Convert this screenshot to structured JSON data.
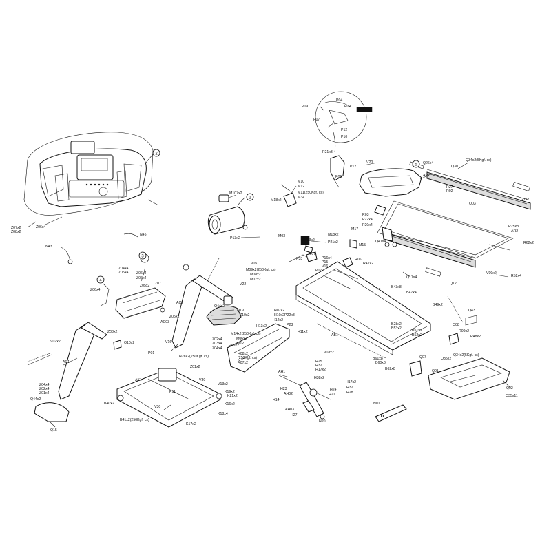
{
  "callouts": [
    {
      "id": "c1",
      "text": "1"
    },
    {
      "id": "c2",
      "text": "2"
    },
    {
      "id": "c3",
      "text": "3"
    },
    {
      "id": "c4",
      "text": "4"
    },
    {
      "id": "c5",
      "text": "5"
    }
  ],
  "labels": [
    {
      "id": "l01",
      "text": "P09"
    },
    {
      "id": "l02",
      "text": "P04"
    },
    {
      "id": "l03",
      "text": "P07"
    },
    {
      "id": "l04",
      "text": "P02"
    },
    {
      "id": "l05",
      "text": "P12"
    },
    {
      "id": "l06",
      "text": "P10"
    },
    {
      "id": "l07",
      "text": "P21x3"
    },
    {
      "id": "l08",
      "text": "P12"
    },
    {
      "id": "l09",
      "text": "P05"
    },
    {
      "id": "l10",
      "text": "V20"
    },
    {
      "id": "l11",
      "text": "Q26x4"
    },
    {
      "id": "l12",
      "text": "Q34x2(5Kgf. cs)"
    },
    {
      "id": "l13",
      "text": "Q30"
    },
    {
      "id": "l14",
      "text": "AR1"
    },
    {
      "id": "l15",
      "text": "R27"
    },
    {
      "id": "l16",
      "text": "R02"
    },
    {
      "id": "l17",
      "text": "Q03"
    },
    {
      "id": "l18",
      "text": "Q21x2"
    },
    {
      "id": "l19",
      "text": "R03"
    },
    {
      "id": "l20",
      "text": "P22x4"
    },
    {
      "id": "l21",
      "text": "P20x4"
    },
    {
      "id": "l22",
      "text": "R25x8"
    },
    {
      "id": "l23",
      "text": "AR2"
    },
    {
      "id": "l24",
      "text": "R62x2"
    },
    {
      "id": "l25",
      "text": "Q41x4"
    },
    {
      "id": "l26",
      "text": "Q17x4"
    },
    {
      "id": "l27",
      "text": "Q12"
    },
    {
      "id": "l28",
      "text": "V09x2"
    },
    {
      "id": "l29",
      "text": "R52x4"
    },
    {
      "id": "l30",
      "text": "M107x2"
    },
    {
      "id": "l31",
      "text": "M10"
    },
    {
      "id": "l32",
      "text": "M12"
    },
    {
      "id": "l33",
      "text": "M11(250Kgf. cs)"
    },
    {
      "id": "l34",
      "text": "M34"
    },
    {
      "id": "l35",
      "text": "M18x2"
    },
    {
      "id": "l36",
      "text": "M18x2"
    },
    {
      "id": "l37",
      "text": "M17"
    },
    {
      "id": "l38",
      "text": "M03"
    },
    {
      "id": "l39",
      "text": "P21x2"
    },
    {
      "id": "l40",
      "text": "P13x2"
    },
    {
      "id": "l41",
      "text": "M15"
    },
    {
      "id": "l42",
      "text": "Z07x2"
    },
    {
      "id": "l43",
      "text": "Z08x2"
    },
    {
      "id": "l44",
      "text": "Z06x4"
    },
    {
      "id": "l45",
      "text": "N45"
    },
    {
      "id": "l46",
      "text": "N43"
    },
    {
      "id": "l47",
      "text": "Z04x4"
    },
    {
      "id": "l48",
      "text": "Z05x4"
    },
    {
      "id": "l49",
      "text": "Z06x4"
    },
    {
      "id": "l50",
      "text": "Z06x4"
    },
    {
      "id": "l51",
      "text": "Z06x4"
    },
    {
      "id": "l52",
      "text": "Z05x2"
    },
    {
      "id": "l53",
      "text": "Z07"
    },
    {
      "id": "l54",
      "text": "AC2"
    },
    {
      "id": "l55",
      "text": "Z05x2"
    },
    {
      "id": "l56",
      "text": "AC03"
    },
    {
      "id": "l57",
      "text": "V05"
    },
    {
      "id": "l58",
      "text": "M09x2(250Kgf. cs)"
    },
    {
      "id": "l59",
      "text": "M08x2"
    },
    {
      "id": "l60",
      "text": "M07x2"
    },
    {
      "id": "l61",
      "text": "V22"
    },
    {
      "id": "l62",
      "text": "P16x4"
    },
    {
      "id": "l63",
      "text": "P15"
    },
    {
      "id": "l64",
      "text": "V16"
    },
    {
      "id": "l65",
      "text": "P17"
    },
    {
      "id": "l66",
      "text": "R06"
    },
    {
      "id": "l67",
      "text": "R41x2"
    },
    {
      "id": "l68",
      "text": "B43x8"
    },
    {
      "id": "l69",
      "text": "B47x4"
    },
    {
      "id": "l70",
      "text": "B49x2"
    },
    {
      "id": "l71",
      "text": "H07x2"
    },
    {
      "id": "l72",
      "text": "H10x2"
    },
    {
      "id": "l73",
      "text": "H12x2"
    },
    {
      "id": "l74",
      "text": "P22x8"
    },
    {
      "id": "l75",
      "text": "P23"
    },
    {
      "id": "l76",
      "text": "Q43"
    },
    {
      "id": "l77",
      "text": "Q08"
    },
    {
      "id": "l78",
      "text": "R09x2"
    },
    {
      "id": "l79",
      "text": "R48x2"
    },
    {
      "id": "l80",
      "text": "Q35x2"
    },
    {
      "id": "l81",
      "text": "Q34x2(5Kgf. cs)"
    },
    {
      "id": "l82",
      "text": "Q02"
    },
    {
      "id": "l83",
      "text": "Q35x11"
    },
    {
      "id": "l84",
      "text": "V07x2"
    },
    {
      "id": "l85",
      "text": "AC1"
    },
    {
      "id": "l86",
      "text": "Z04x4"
    },
    {
      "id": "l87",
      "text": "Z02x4"
    },
    {
      "id": "l88",
      "text": "Z01x4"
    },
    {
      "id": "l89",
      "text": "Q44x2"
    },
    {
      "id": "l90",
      "text": "Q15"
    },
    {
      "id": "l91",
      "text": "Q44x2"
    },
    {
      "id": "l92",
      "text": "V16"
    },
    {
      "id": "l93",
      "text": "P01"
    },
    {
      "id": "l94",
      "text": "Q10x2"
    },
    {
      "id": "l95",
      "text": "Z08x2"
    },
    {
      "id": "l96",
      "text": "Z02x4"
    },
    {
      "id": "l97",
      "text": "Z03x4"
    },
    {
      "id": "l98",
      "text": "Z04x4"
    },
    {
      "id": "l99",
      "text": "Q19"
    },
    {
      "id": "l100",
      "text": "Z10x2"
    },
    {
      "id": "l101",
      "text": "M14x2(250Kgf. cs)"
    },
    {
      "id": "l102",
      "text": "M06x2"
    },
    {
      "id": "l103",
      "text": "M12"
    },
    {
      "id": "l104",
      "text": "H09x2"
    },
    {
      "id": "l105",
      "text": "H08x2"
    },
    {
      "id": "l106",
      "text": "(250Kgf. cs)"
    },
    {
      "id": "l107",
      "text": "H07x2"
    },
    {
      "id": "l108",
      "text": "H11x2"
    },
    {
      "id": "l109",
      "text": "H13x2"
    },
    {
      "id": "l110",
      "text": "AB1"
    },
    {
      "id": "l111",
      "text": "V18x2"
    },
    {
      "id": "l112",
      "text": "B51x2"
    },
    {
      "id": "l113",
      "text": "B52x2"
    },
    {
      "id": "l114",
      "text": "B61x8"
    },
    {
      "id": "l115",
      "text": "B60x8"
    },
    {
      "id": "l116",
      "text": "B62x8"
    },
    {
      "id": "l117",
      "text": "Q07"
    },
    {
      "id": "l118",
      "text": "Q01"
    },
    {
      "id": "l119",
      "text": "Z01x2"
    },
    {
      "id": "l120",
      "text": "H26x2(250Kgf. cs)"
    },
    {
      "id": "l121",
      "text": "V30"
    },
    {
      "id": "l122",
      "text": "V13x2"
    },
    {
      "id": "l123",
      "text": "AK1"
    },
    {
      "id": "l124",
      "text": "P11"
    },
    {
      "id": "l125",
      "text": "K19x2"
    },
    {
      "id": "l126",
      "text": "K21x2"
    },
    {
      "id": "l127",
      "text": "K16x2"
    },
    {
      "id": "l128",
      "text": "B40x2"
    },
    {
      "id": "l129",
      "text": "V30"
    },
    {
      "id": "l130",
      "text": "B41x2(250Kgf. cs)"
    },
    {
      "id": "l131",
      "text": "K17x2"
    },
    {
      "id": "l132",
      "text": "K18x4"
    },
    {
      "id": "l133",
      "text": "AH1"
    },
    {
      "id": "l134",
      "text": "H25"
    },
    {
      "id": "l135",
      "text": "H32"
    },
    {
      "id": "l136",
      "text": "H17x2"
    },
    {
      "id": "l137",
      "text": "H38x2"
    },
    {
      "id": "l138",
      "text": "H17x2"
    },
    {
      "id": "l139",
      "text": "H23"
    },
    {
      "id": "l140",
      "text": "AH02"
    },
    {
      "id": "l141",
      "text": "H14"
    },
    {
      "id": "l142",
      "text": "H24"
    },
    {
      "id": "l143",
      "text": "H21"
    },
    {
      "id": "l144",
      "text": "H32"
    },
    {
      "id": "l145",
      "text": "H28"
    },
    {
      "id": "l146",
      "text": "AH03"
    },
    {
      "id": "l147",
      "text": "H27"
    },
    {
      "id": "l148",
      "text": "H20"
    },
    {
      "id": "l149",
      "text": "N01"
    },
    {
      "id": "l150",
      "text": "V03x2"
    },
    {
      "id": "l151",
      "text": "M07"
    },
    {
      "id": "l152",
      "text": "P33"
    },
    {
      "id": "l153",
      "text": "B28x2"
    },
    {
      "id": "l154",
      "text": "B53x2"
    }
  ]
}
